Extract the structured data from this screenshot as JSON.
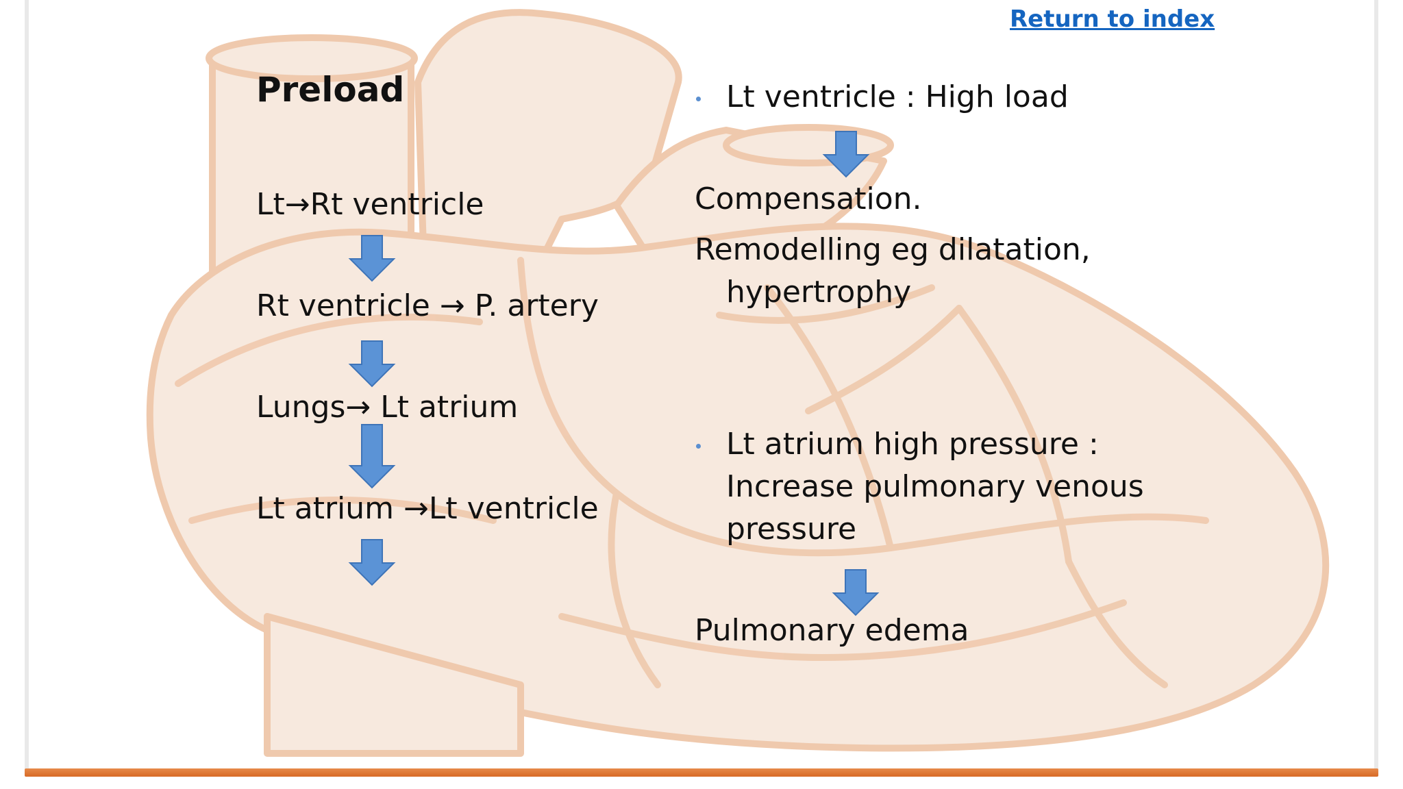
{
  "nav": {
    "return_label": "Return to index"
  },
  "left": {
    "title": "Preload",
    "steps": [
      "Lt→Rt ventricle",
      "Rt ventricle → P. artery",
      "Lungs→ Lt atrium",
      "Lt atrium →Lt ventricle"
    ]
  },
  "right": {
    "bullet1": "Lt ventricle : High load",
    "compensation": "Compensation.",
    "remodelling_line1": "Remodelling eg dilatation,",
    "remodelling_line2": "hypertrophy",
    "bullet2_line1": "Lt atrium high pressure :",
    "bullet2_line2": "Increase pulmonary venous",
    "bullet2_line3": "pressure",
    "outcome": "Pulmonary edema"
  },
  "colors": {
    "arrow_fill": "#5b93d6",
    "arrow_stroke": "#3e74b8",
    "heart_fill": "#f7e9de",
    "heart_stroke": "#efc9ad",
    "link": "#1565c0",
    "bottom_bar": "#e07a38"
  }
}
